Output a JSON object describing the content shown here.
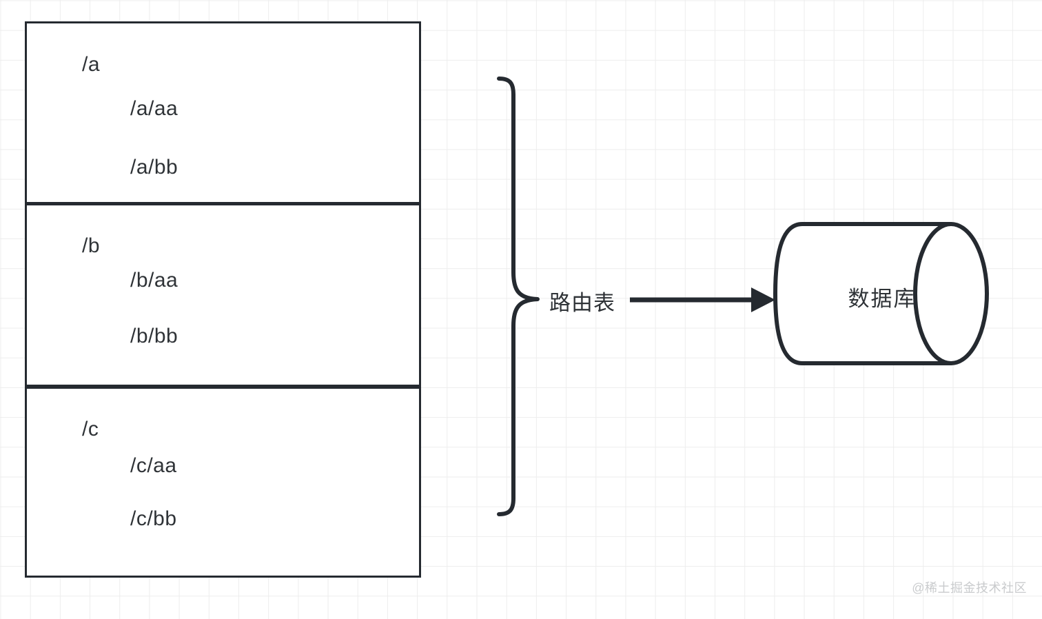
{
  "diagram": {
    "title": "route-table-to-database",
    "colors": {
      "stroke": "#252a30",
      "text": "#2f3337",
      "background": "#ffffff",
      "grid": "#ededed",
      "watermark": "#c9cbcd"
    },
    "route_table": {
      "blocks": [
        {
          "root": "/a",
          "children": [
            "/a/aa",
            "/a/bb"
          ]
        },
        {
          "root": "/b",
          "children": [
            "/b/aa",
            "/b/bb"
          ]
        },
        {
          "root": "/c",
          "children": [
            "/c/aa",
            "/c/bb"
          ]
        }
      ]
    },
    "brace_label": "路由表",
    "database": {
      "label": "数据库"
    },
    "arrow": {
      "direction": "right",
      "from": "路由表",
      "to": "数据库"
    },
    "watermark": "@稀土掘金技术社区"
  }
}
